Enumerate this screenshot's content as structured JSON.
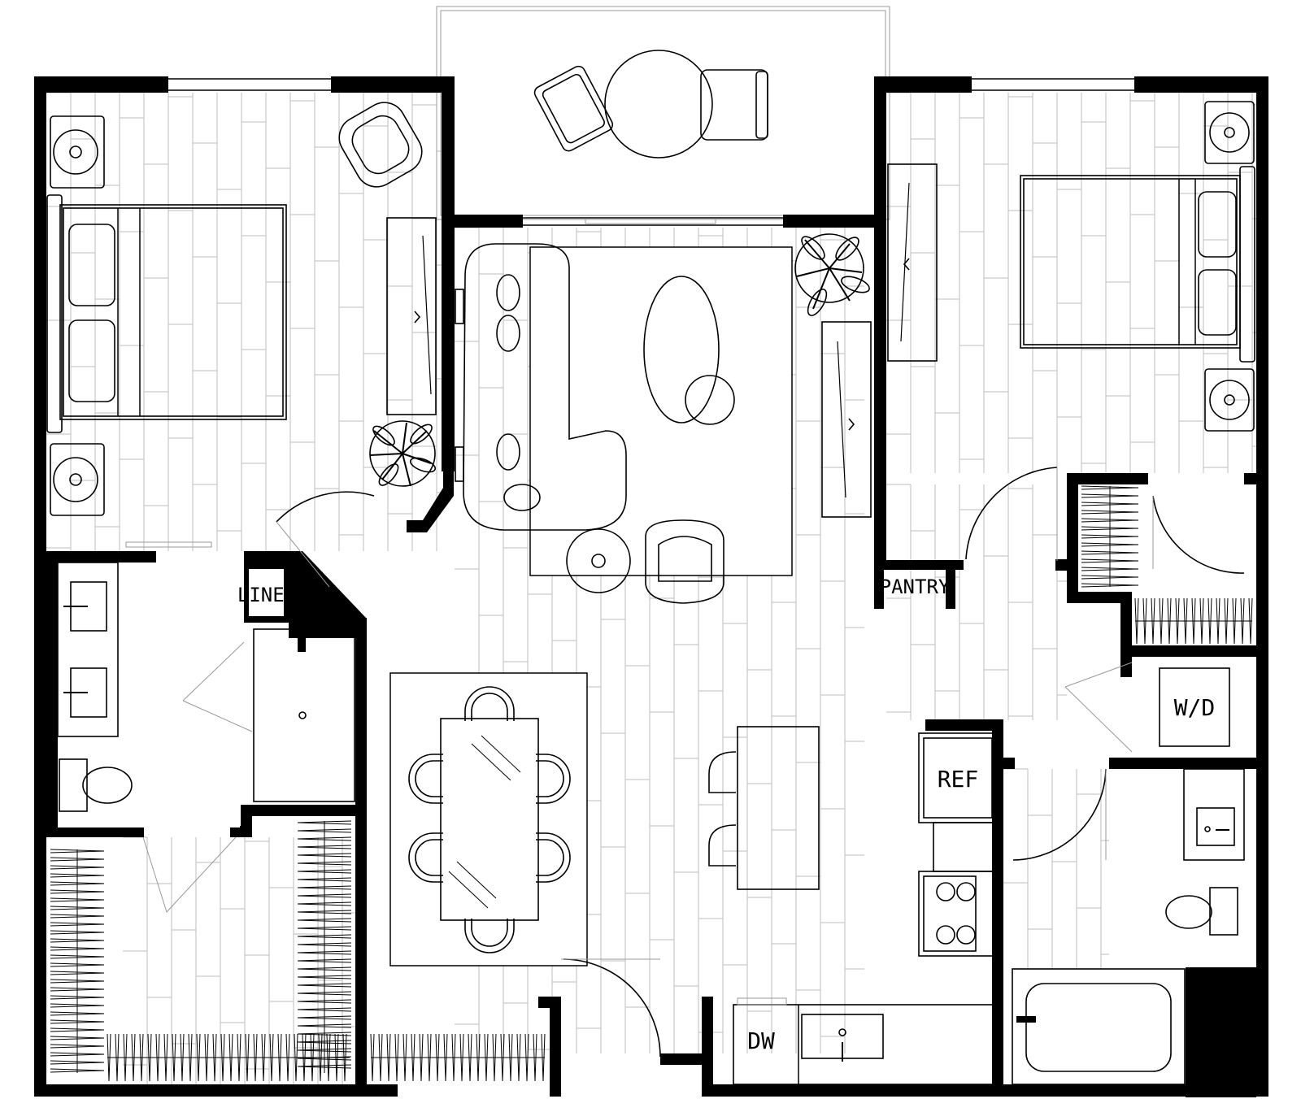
{
  "labels": {
    "linen": "LINEN",
    "pantry": "PANTRY",
    "ref": "REF",
    "wd": "W/D",
    "dw": "DW"
  },
  "colors": {
    "wall": "#000000",
    "line": "#000000",
    "floor_line": "#999999",
    "background": "#ffffff"
  }
}
